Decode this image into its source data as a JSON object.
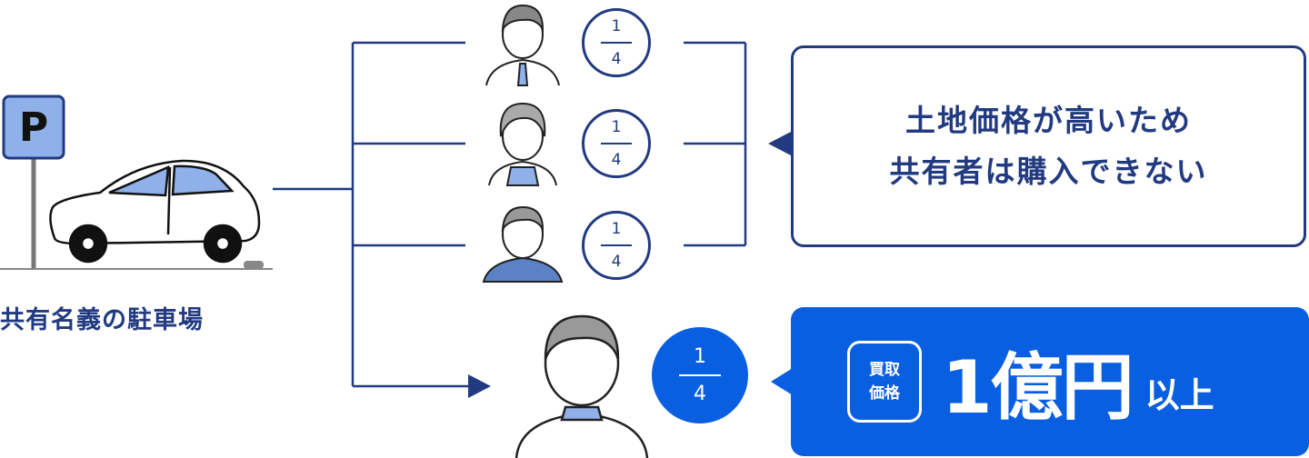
{
  "parking": {
    "sign": "P",
    "caption": "共有名義の駐車場"
  },
  "shares": [
    {
      "numerator": "1",
      "denominator": "4"
    },
    {
      "numerator": "1",
      "denominator": "4"
    },
    {
      "numerator": "1",
      "denominator": "4"
    },
    {
      "numerator": "1",
      "denominator": "4"
    }
  ],
  "callout": {
    "line1": "土地価格が高いため",
    "line2": "共有者は購入できない"
  },
  "price": {
    "tag_line1": "買取",
    "tag_line2": "価格",
    "amount": "1億円",
    "suffix": "以上"
  },
  "colors": {
    "navy": "#213a80",
    "blue": "#0a5fe0",
    "light_blue": "#8fb0e8"
  }
}
